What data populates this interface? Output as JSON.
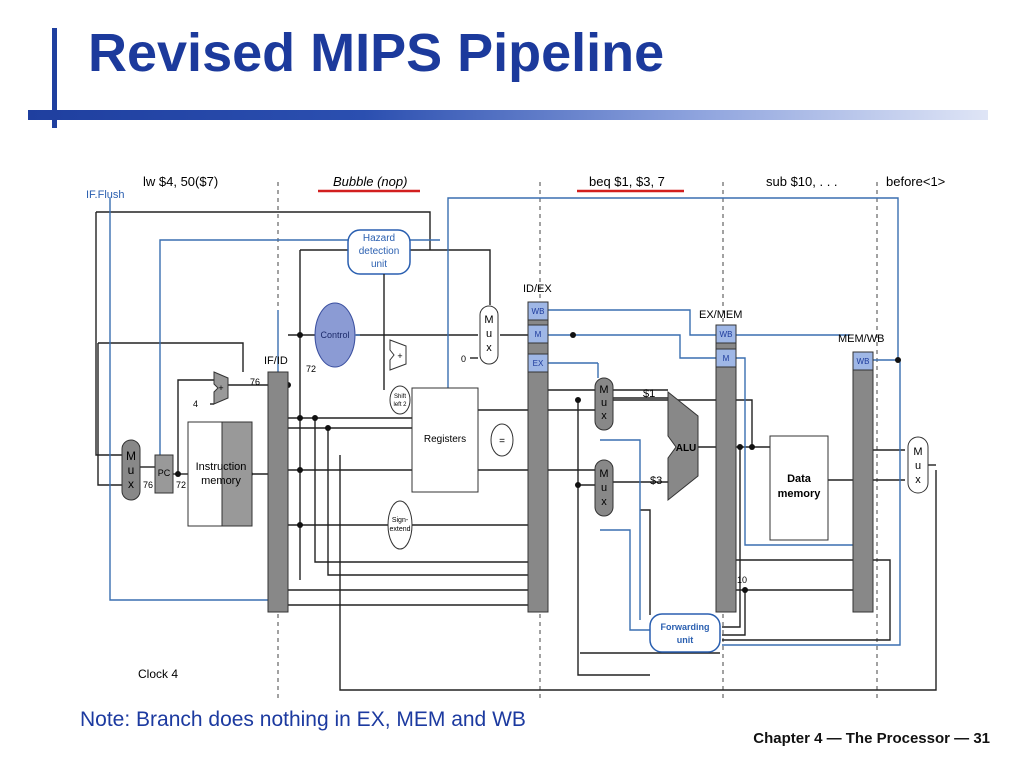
{
  "slide": {
    "title": "Revised MIPS Pipeline",
    "note": "Note: Branch does nothing in EX, MEM and WB",
    "footer": "Chapter 4 — The Processor — 31"
  },
  "diagram": {
    "stage_instructions": {
      "if": "lw $4, 50($7)",
      "id": "Bubble (nop)",
      "ex": "beq $1, $3, 7",
      "mem": "sub $10, . . .",
      "wb": "before<1>"
    },
    "if_flush": "IF.Flush",
    "clock": "Clock 4",
    "pipeline_registers": [
      "IF/ID",
      "ID/EX",
      "EX/MEM",
      "MEM/WB"
    ],
    "control_fields": {
      "wb": "WB",
      "m": "M",
      "ex": "EX"
    },
    "units": {
      "hazard": [
        "Hazard",
        "detection",
        "unit"
      ],
      "control": "Control",
      "registers": "Registers",
      "alu": "ALU",
      "data_memory": [
        "Data",
        "memory"
      ],
      "instruction_memory": [
        "Instruction",
        "memory"
      ],
      "forwarding": [
        "Forwarding",
        "unit"
      ],
      "pc": "PC",
      "shift": [
        "Shift",
        "left 2"
      ],
      "sign_extend": [
        "Sign-",
        "extend"
      ],
      "equal": "=",
      "adder": "+",
      "mux": [
        "M",
        "u",
        "x"
      ]
    },
    "values": {
      "pc_in": "76",
      "pc_out": "72",
      "adder_out": "76",
      "adder_inc": "4",
      "ifid_pc": "72",
      "zero": "0",
      "r1": "$1",
      "r3": "$3",
      "rd10": "10"
    }
  }
}
